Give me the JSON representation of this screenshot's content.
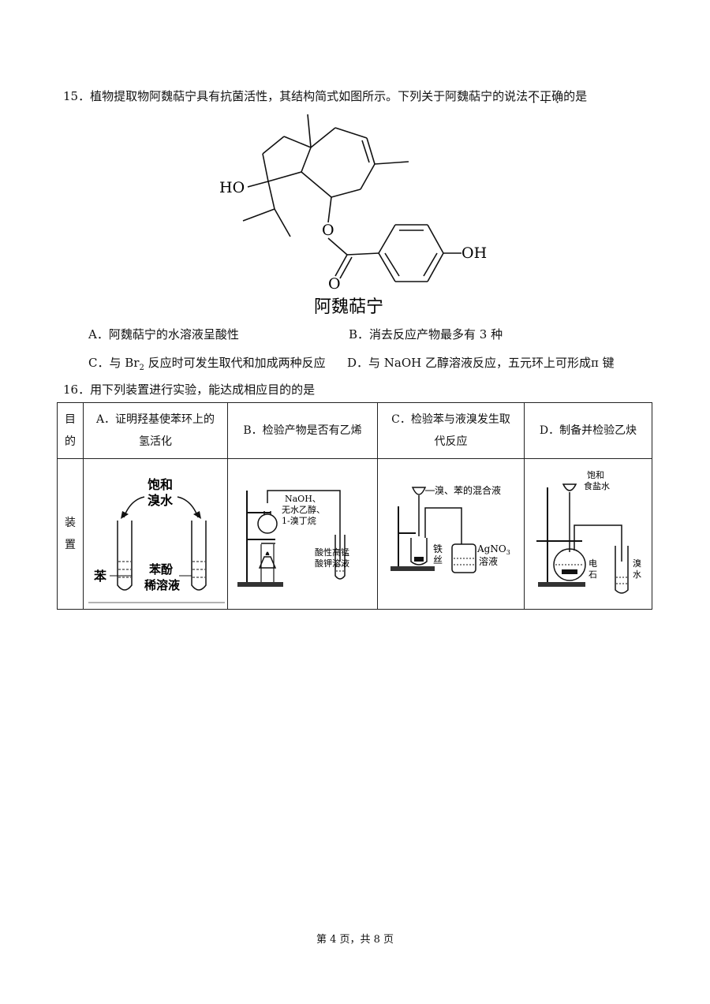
{
  "q15": {
    "number": "15．",
    "stem_pre": "植物提取物阿魏萜宁具有抗菌活性，其结构简式如图所示。下列关于阿魏萜宁的说法",
    "stem_em": [
      "不",
      "正",
      "确"
    ],
    "stem_post": "的是",
    "structure": {
      "label_ho": "HO",
      "label_o_ester": "O",
      "label_o_carbonyl": "O",
      "label_oh": "OH",
      "caption": "阿魏萜宁"
    },
    "options": {
      "A": "A．阿魏萜宁的水溶液呈酸性",
      "B": "B．消去反应产物最多有 3 种",
      "C_pre": "C．与 Br",
      "C_sub": "2",
      "C_post": " 反应时可发生取代和加成两种反应",
      "D": "D．与 NaOH 乙醇溶液反应，五元环上可形成π 键"
    }
  },
  "q16": {
    "stem": "16．用下列装置进行实验，能达成相应目的的是",
    "row_header_purpose": [
      "目",
      "的"
    ],
    "row_header_apparatus": [
      "装",
      "置"
    ],
    "purposes": [
      [
        "A．证明羟基使苯环上的",
        "氢活化"
      ],
      [
        "B．检验产物是否有乙烯"
      ],
      [
        "C．检验苯与液溴发生取",
        "代反应"
      ],
      [
        "D．制备并检验乙炔"
      ]
    ],
    "apparatus": {
      "A": {
        "top": [
          "饱和",
          "溴水"
        ],
        "left": "苯",
        "right": [
          "苯酚",
          "稀溶液"
        ]
      },
      "B": {
        "flask": [
          "NaOH、",
          "无水乙醇、",
          "1-溴丁烷"
        ],
        "tube": [
          "酸性高锰",
          "酸钾溶液"
        ]
      },
      "C": {
        "funnel": "溴、苯的混合液",
        "wire": [
          "铁",
          "丝"
        ],
        "bottle_pre": "AgNO",
        "bottle_sub": "3",
        "bottle_2": "溶液"
      },
      "D": {
        "funnel": [
          "饱和",
          "食盐水"
        ],
        "solid": [
          "电",
          "石"
        ],
        "tube": [
          "溴",
          "水"
        ]
      }
    }
  },
  "footer": "第 4 页，共 8 页"
}
